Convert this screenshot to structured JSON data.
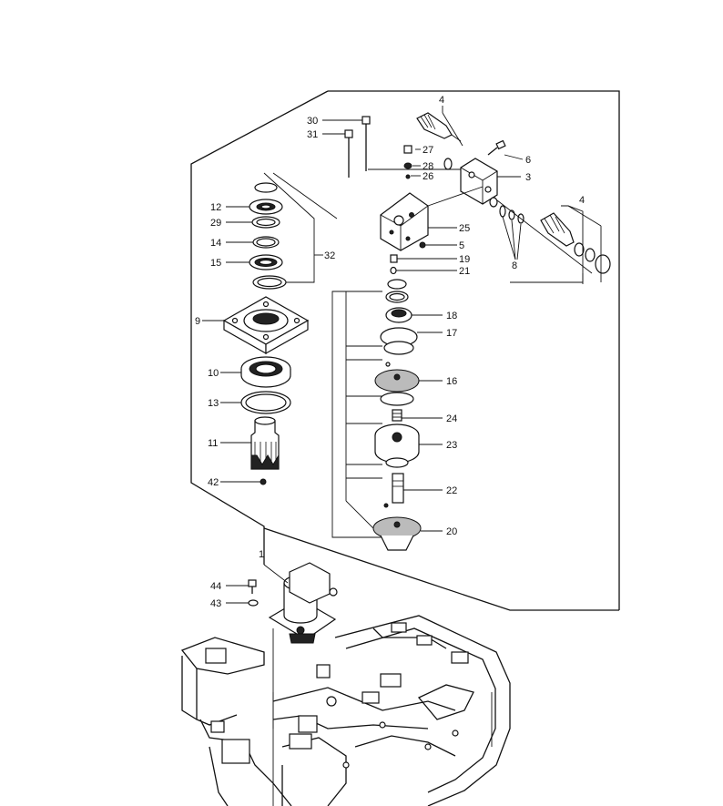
{
  "callouts": [
    {
      "id": "p1",
      "label": "1"
    },
    {
      "id": "p3",
      "label": "3"
    },
    {
      "id": "p4a",
      "label": "4"
    },
    {
      "id": "p4b",
      "label": "4"
    },
    {
      "id": "p5",
      "label": "5"
    },
    {
      "id": "p6",
      "label": "6"
    },
    {
      "id": "p8",
      "label": "8"
    },
    {
      "id": "p9",
      "label": "9"
    },
    {
      "id": "p10",
      "label": "10"
    },
    {
      "id": "p11",
      "label": "11"
    },
    {
      "id": "p12",
      "label": "12"
    },
    {
      "id": "p13",
      "label": "13"
    },
    {
      "id": "p14",
      "label": "14"
    },
    {
      "id": "p15",
      "label": "15"
    },
    {
      "id": "p16",
      "label": "16"
    },
    {
      "id": "p17",
      "label": "17"
    },
    {
      "id": "p18",
      "label": "18"
    },
    {
      "id": "p19",
      "label": "19"
    },
    {
      "id": "p20",
      "label": "20"
    },
    {
      "id": "p21",
      "label": "21"
    },
    {
      "id": "p22",
      "label": "22"
    },
    {
      "id": "p23",
      "label": "23"
    },
    {
      "id": "p24",
      "label": "24"
    },
    {
      "id": "p25",
      "label": "25"
    },
    {
      "id": "p26",
      "label": "26"
    },
    {
      "id": "p27",
      "label": "27"
    },
    {
      "id": "p28",
      "label": "28"
    },
    {
      "id": "p29",
      "label": "29"
    },
    {
      "id": "p30",
      "label": "30"
    },
    {
      "id": "p31",
      "label": "31"
    },
    {
      "id": "p32",
      "label": "32"
    },
    {
      "id": "p42",
      "label": "42"
    },
    {
      "id": "p43",
      "label": "43"
    },
    {
      "id": "p44",
      "label": "44"
    }
  ]
}
